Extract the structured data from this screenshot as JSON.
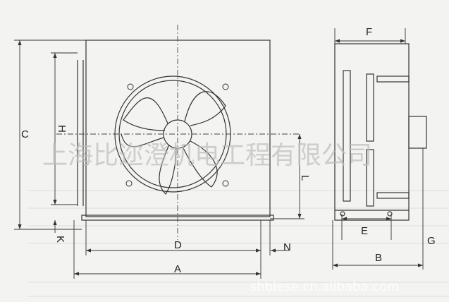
{
  "dimensions": {
    "A": "A",
    "B": "B",
    "C": "C",
    "D": "D",
    "E": "E",
    "F": "F",
    "G": "G",
    "H": "H",
    "K": "K",
    "L": "L",
    "N": "N"
  },
  "watermark": {
    "company": "上海比迩澄机电工程有限公司",
    "site": "shbiese.cn.alibaba.com"
  },
  "colors": {
    "line": "#333333",
    "background": "#f3f3f1"
  }
}
